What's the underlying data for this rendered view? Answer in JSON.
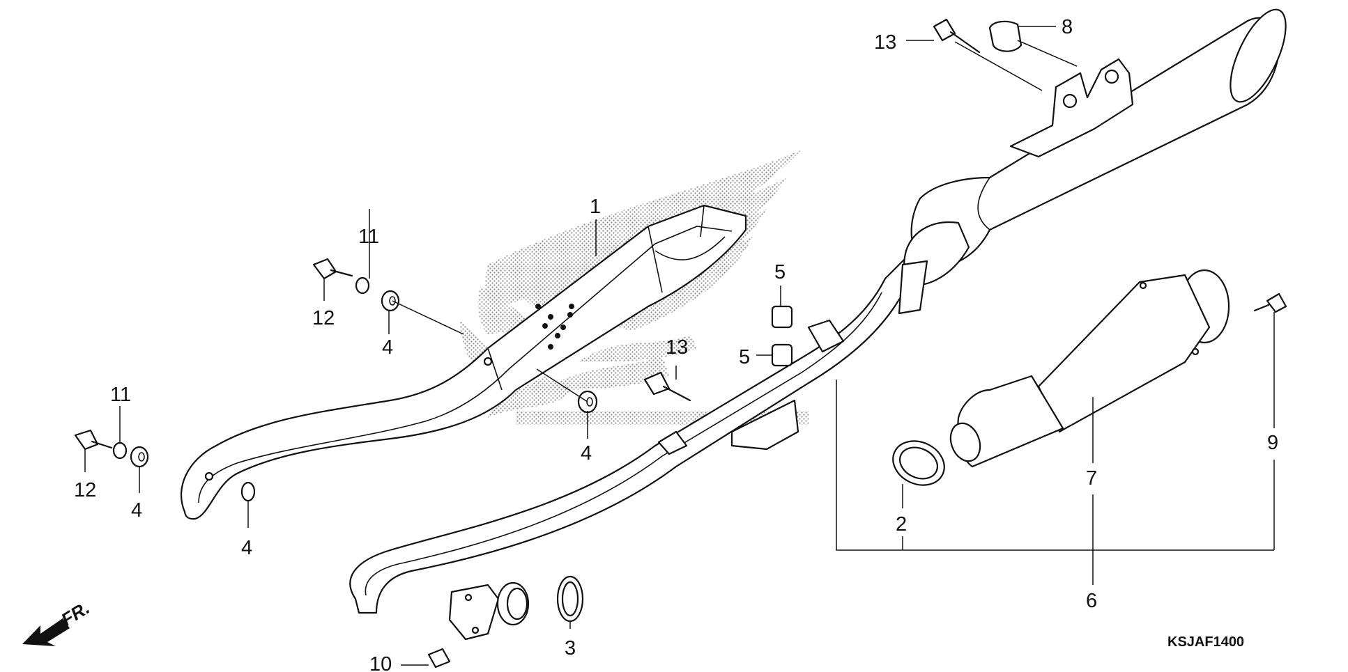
{
  "diagram": {
    "code": "KSJAF1400",
    "direction_label": "FR.",
    "logo": "wing-emblem"
  },
  "callouts": [
    {
      "label": "1"
    },
    {
      "label": "2"
    },
    {
      "label": "3"
    },
    {
      "label": "4"
    },
    {
      "label": "4"
    },
    {
      "label": "4"
    },
    {
      "label": "4"
    },
    {
      "label": "5"
    },
    {
      "label": "5"
    },
    {
      "label": "6"
    },
    {
      "label": "7"
    },
    {
      "label": "8"
    },
    {
      "label": "9"
    },
    {
      "label": "10"
    },
    {
      "label": "11"
    },
    {
      "label": "11"
    },
    {
      "label": "12"
    },
    {
      "label": "12"
    },
    {
      "label": "13"
    },
    {
      "label": "13"
    }
  ]
}
